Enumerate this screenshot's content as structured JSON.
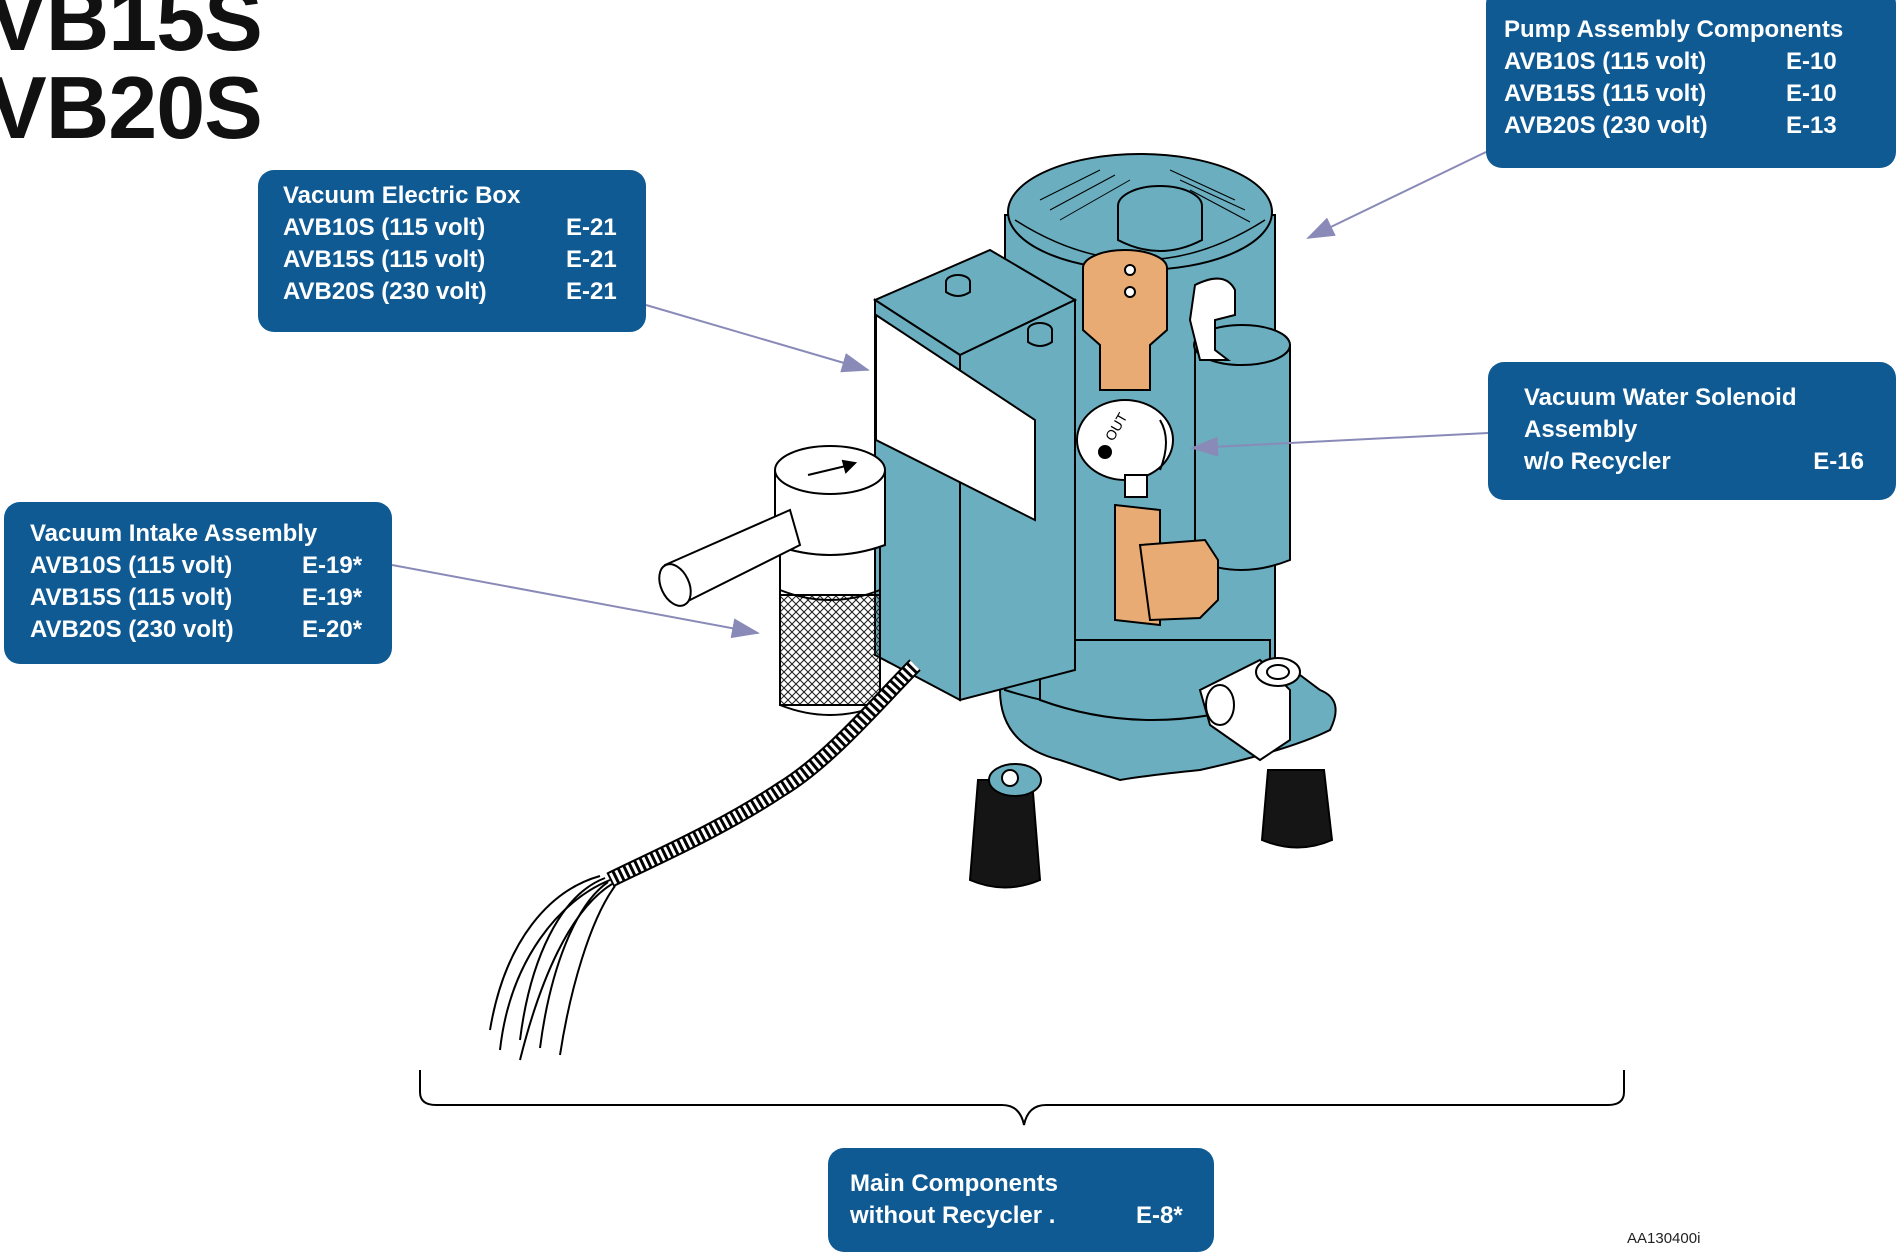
{
  "titles": {
    "line1": "VB15S",
    "line2": "VB20S"
  },
  "callouts": {
    "pump": {
      "heading": "Pump Assembly Components",
      "rows": [
        {
          "model": "AVB10S (115 volt)",
          "code": "E-10"
        },
        {
          "model": "AVB15S (115 volt)",
          "code": "E-10"
        },
        {
          "model": "AVB20S (230 volt)",
          "code": "E-13"
        }
      ]
    },
    "electric_box": {
      "heading": "Vacuum Electric Box",
      "rows": [
        {
          "model": "AVB10S (115 volt)",
          "code": "E-21"
        },
        {
          "model": "AVB15S (115 volt)",
          "code": "E-21"
        },
        {
          "model": "AVB20S (230 volt)",
          "code": "E-21"
        }
      ]
    },
    "solenoid": {
      "heading_line1": "Vacuum Water Solenoid",
      "heading_line2": "Assembly",
      "sub": "w/o Recycler",
      "code": "E-16"
    },
    "intake": {
      "heading": "Vacuum Intake Assembly",
      "rows": [
        {
          "model": "AVB10S (115 volt)",
          "code": "E-19*"
        },
        {
          "model": "AVB15S (115 volt)",
          "code": "E-19*"
        },
        {
          "model": "AVB20S (230 volt)",
          "code": "E-20*"
        }
      ]
    },
    "main": {
      "line1": "Main Components",
      "line2": "without Recycler .",
      "code": "E-8*"
    }
  },
  "valve_label": "OUT",
  "figure_id": "AA130400i",
  "colors": {
    "callout_bg": "#0f5a93",
    "pump_body": "#6aaebf",
    "brass": "#e7ab73",
    "feet": "#151515",
    "leader": "#8a8ab8"
  }
}
